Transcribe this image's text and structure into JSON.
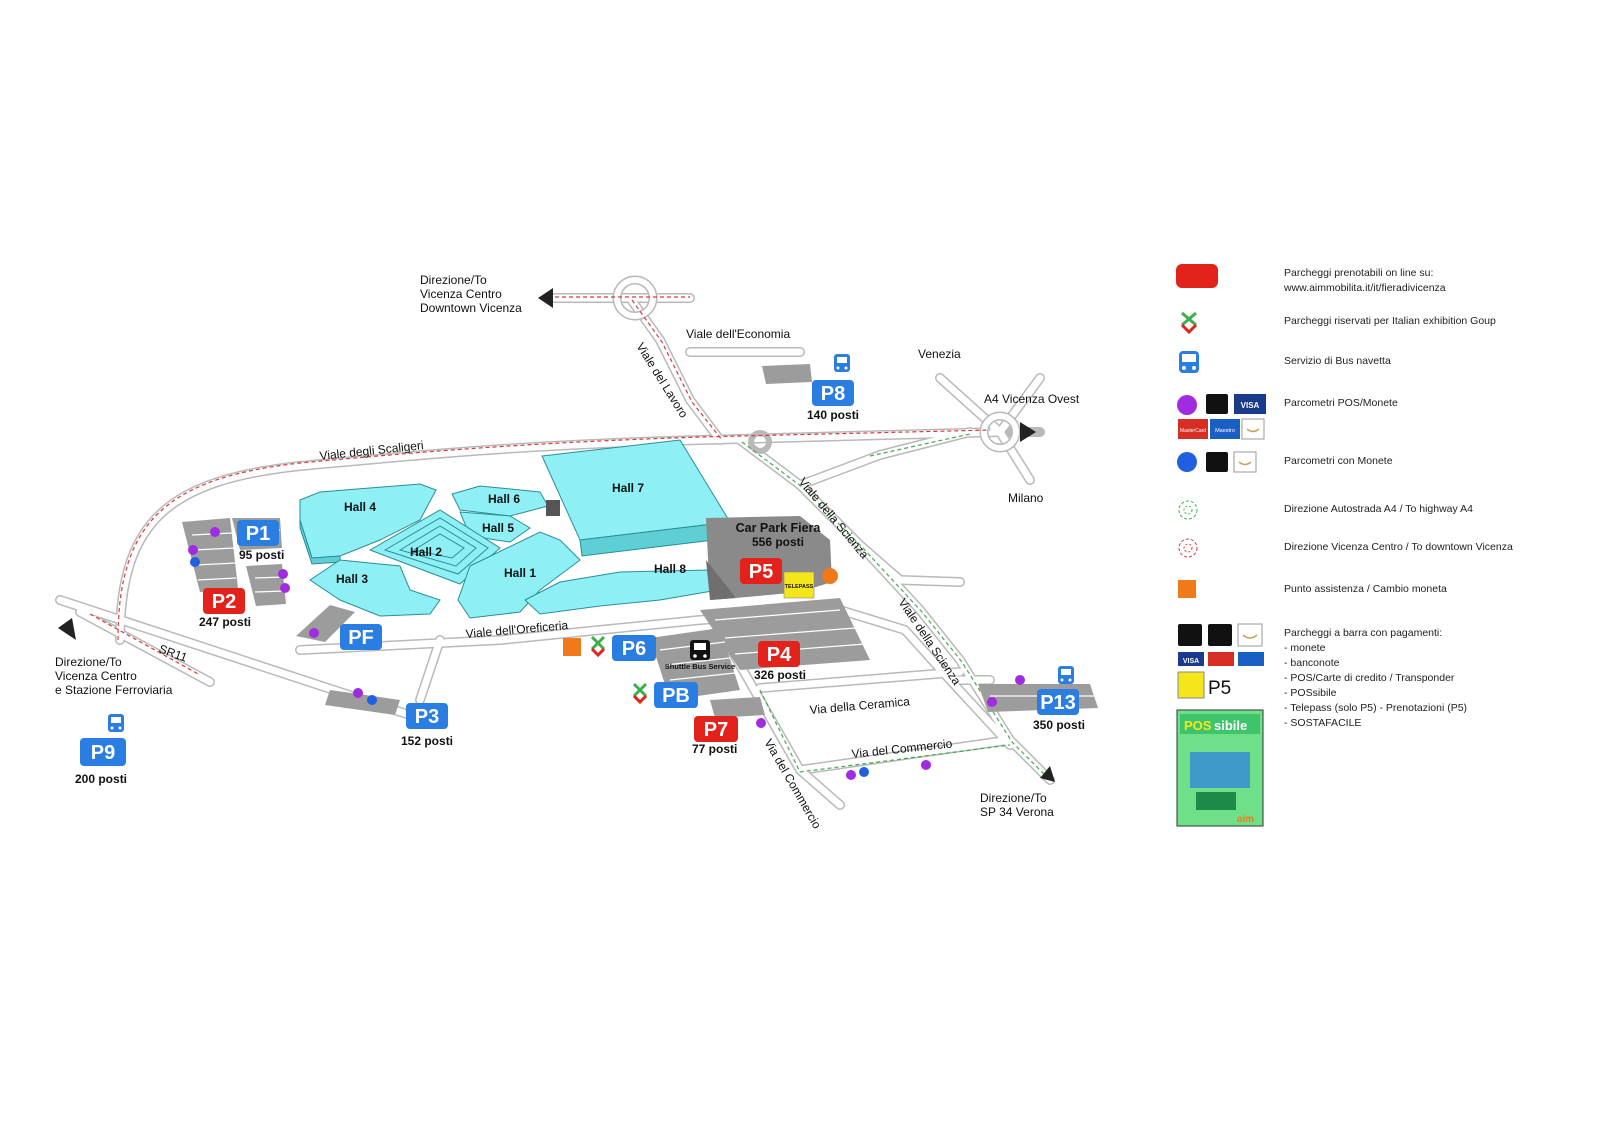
{
  "map": {
    "directions": {
      "vicenza_centro": [
        "Direzione/To",
        "Vicenza Centro",
        "Downtown Vicenza"
      ],
      "stazione": [
        "Direzione/To",
        "Vicenza Centro",
        "e Stazione Ferroviaria"
      ],
      "verona": [
        "Direzione/To",
        "SP 34 Verona"
      ],
      "venezia": "Venezia",
      "milano": "Milano",
      "a4_ovest": "A4 Vicenza Ovest"
    },
    "roads": {
      "economia": "Viale dell'Economia",
      "lavoro": "Viale del Lavoro",
      "scaligeri": "Viale degli Scaligeri",
      "scienza_1": "Viale della Scienza",
      "scienza_2": "Viale della Scienza",
      "oreficeria": "Viale dell'Oreficeria",
      "sr11": "SR11",
      "ceramica": "Via della Ceramica",
      "commercio_1": "Via del Commercio",
      "commercio_2": "Via del Commercio"
    },
    "halls": {
      "h1": "Hall 1",
      "h2": "Hall 2",
      "h3": "Hall 3",
      "h4": "Hall 4",
      "h5": "Hall 5",
      "h6": "Hall 6",
      "h7": "Hall 7",
      "h8": "Hall 8"
    },
    "car_park_fiera": {
      "name": "Car Park Fiera",
      "spaces": "556 posti"
    },
    "telepass": "TELEPASS",
    "shuttle": "Shuttle Bus Service",
    "parkings": {
      "p1": {
        "code": "P1",
        "spaces": "95 posti",
        "color": "#2a7de1"
      },
      "p2": {
        "code": "P2",
        "spaces": "247 posti",
        "color": "#e3231b"
      },
      "p3": {
        "code": "P3",
        "spaces": "152 posti",
        "color": "#2a7de1"
      },
      "p4": {
        "code": "P4",
        "spaces": "326 posti",
        "color": "#e3231b"
      },
      "p5": {
        "code": "P5",
        "color": "#e3231b"
      },
      "p6": {
        "code": "P6",
        "color": "#2a7de1"
      },
      "p7": {
        "code": "P7",
        "spaces": "77 posti",
        "color": "#e3231b"
      },
      "p8": {
        "code": "P8",
        "spaces": "140 posti",
        "color": "#2a7de1"
      },
      "p9": {
        "code": "P9",
        "spaces": "200 posti",
        "color": "#2a7de1"
      },
      "p13": {
        "code": "P13",
        "spaces": "350 posti",
        "color": "#2a7de1"
      },
      "pf": {
        "code": "PF",
        "color": "#2a7de1"
      },
      "pb": {
        "code": "PB",
        "color": "#2a7de1"
      }
    },
    "colors": {
      "hall": "#8ef0f5",
      "purple_meter": "#a12be0",
      "blue_meter": "#1f5fe0",
      "assistance": "#f07a1a",
      "road_dash_red": "#d83a3a",
      "road_dash_green": "#3fae4a"
    }
  },
  "legend": {
    "items": [
      {
        "icon": "red-rounded-rect-icon",
        "text": [
          "Parcheggi prenotabili on line su:",
          "www.aimmobilita.it/it/fieradivicenza"
        ]
      },
      {
        "icon": "italian-exhibition-group-icon",
        "text": [
          "Parcheggi riservati per Italian exhibition Goup"
        ]
      },
      {
        "icon": "bus-icon",
        "text": [
          "Servizio di Bus navetta"
        ]
      },
      {
        "icon": "purple-dot-icon",
        "text": [
          "Parcometri POS/Monete"
        ]
      },
      {
        "icon": "blue-dot-icon",
        "text": [
          "Parcometri  con Monete"
        ]
      },
      {
        "icon": "green-swirl-icon",
        "text": [
          "Direzione Autostrada A4 / To highway A4"
        ]
      },
      {
        "icon": "red-swirl-icon",
        "text": [
          "Direzione Vicenza Centro / To downtown Vicenza"
        ]
      },
      {
        "icon": "orange-square-icon",
        "text": [
          "Punto assistenza / Cambio moneta"
        ]
      },
      {
        "icon": "payment-icons",
        "text": [
          "Parcheggi a barra con pagamenti:",
          "- monete",
          "- banconote",
          "- POS/Carte di credito / Transponder",
          "- POSsibile",
          "- Telepass (solo P5) - Prenotazioni (P5)",
          "- SOSTAFACILE"
        ]
      }
    ],
    "card_labels": {
      "visa": "VISA",
      "mastercard": "MasterCard",
      "maestro": "Maestro"
    },
    "telepass_p5": "P5",
    "possibile": {
      "title_a": "POS",
      "title_b": "sibile",
      "brand": "aim"
    }
  }
}
